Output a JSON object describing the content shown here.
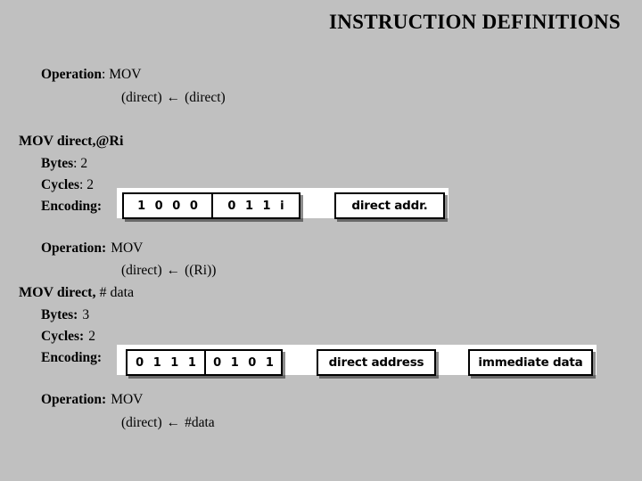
{
  "slide": {
    "title": "INSTRUCTION DEFINITIONS",
    "background_color": "#c0c0c0",
    "text_color": "#000000"
  },
  "blocks": {
    "top_operation": {
      "label": "Operation",
      "separator": ": ",
      "value": "MOV",
      "expression": {
        "left": "(direct)",
        "arrow": "←",
        "right": "(direct)"
      }
    },
    "mov_direct_ri": {
      "mnemonic": "MOV direct,@Ri",
      "bytes_label": "Bytes",
      "bytes_sep": ": ",
      "bytes_value": "2",
      "cycles_label": "Cycles",
      "cycles_sep": ": ",
      "cycles_value": "2",
      "encoding_label": "Encoding",
      "encoding_sep": ":",
      "operation_label": "Operation:",
      "operation_value": "MOV",
      "expression": {
        "left": "(direct)",
        "arrow": "←",
        "right": "((Ri))"
      }
    },
    "mov_direct_data": {
      "mnemonic_bold": "MOV direct,",
      "mnemonic_rest": "# data",
      "bytes_label": "Bytes:",
      "bytes_value": "3",
      "cycles_label": "Cycles:",
      "cycles_value": "2",
      "encoding_label": "Encoding",
      "encoding_sep": ":",
      "operation_label": "Operation:",
      "operation_value": "MOV",
      "expression": {
        "left": "(direct)",
        "arrow": "←",
        "right": "#data"
      }
    }
  },
  "encodings": [
    {
      "id": "encoding-mov-direct-ri",
      "opcode_cells": [
        "1 0 0 0",
        "0 1 1 i"
      ],
      "fields": [
        "direct addr."
      ]
    },
    {
      "id": "encoding-mov-direct-data",
      "opcode_cells": [
        "0 1 1 1",
        "0 1 0 1"
      ],
      "fields": [
        "direct address",
        "immediate data"
      ]
    }
  ]
}
